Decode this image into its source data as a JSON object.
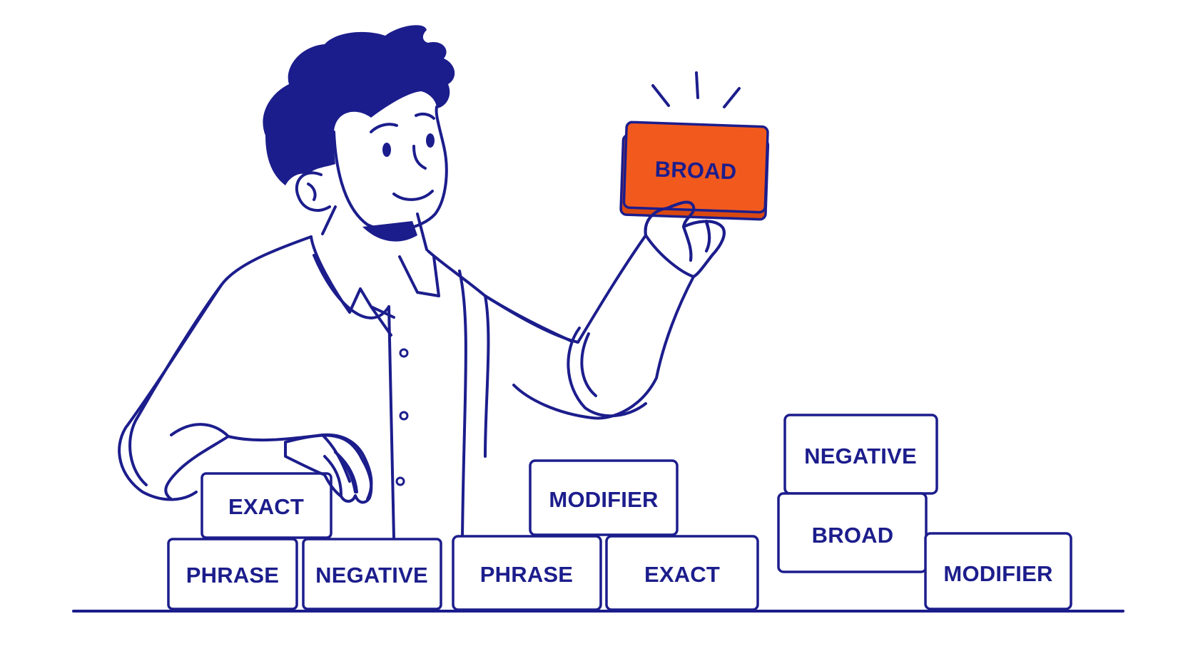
{
  "colors": {
    "ink": "#1c1d8c",
    "accent": "#f25a1d",
    "accent_dark": "#d94812",
    "background": "#ffffff"
  },
  "blocks": {
    "held": "BROAD",
    "left_top": "EXACT",
    "left_bottom_1": "PHRASE",
    "left_bottom_2": "NEGATIVE",
    "mid_top": "MODIFIER",
    "mid_bottom_1": "PHRASE",
    "mid_bottom_2": "EXACT",
    "right_top": "NEGATIVE",
    "right_middle": "BROAD",
    "right_side": "MODIFIER"
  }
}
